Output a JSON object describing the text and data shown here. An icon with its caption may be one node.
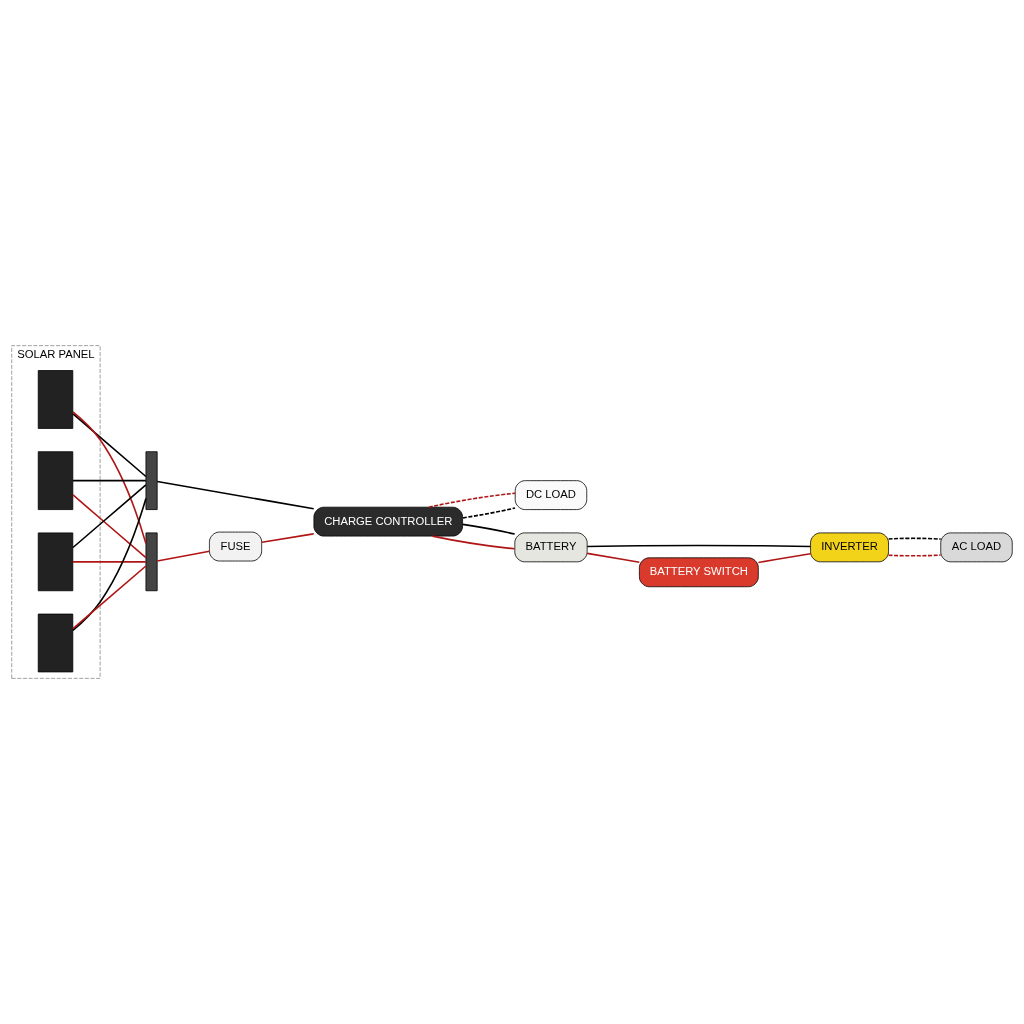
{
  "diagram": {
    "nodes": [
      {
        "text": [
          "SOLAR PANEL"
        ]
      },
      {
        "text": [],
        "shape": "box",
        "in": 0
      },
      {
        "text": [],
        "shape": "box",
        "in": 0
      },
      {
        "text": [],
        "shape": "box",
        "in": 0
      },
      {
        "text": [],
        "shape": "box",
        "in": 0
      },
      {
        "text": [],
        "shape": "bar"
      },
      {
        "text": [],
        "shape": "bar"
      },
      {
        "text": [
          "FUSE"
        ]
      },
      {
        "text": [
          "CHARGE CONTROLLER"
        ]
      },
      {
        "text": [
          "DC LOAD"
        ]
      },
      {
        "text": [
          "AC LOAD"
        ]
      },
      {
        "text": [
          "BATTERY"
        ]
      },
      {
        "text": [
          "INVERTER"
        ]
      },
      {
        "text": [
          "BATTERY SWITCH"
        ]
      }
    ],
    "edges": [
      {
        "from": 1,
        "to": 5,
        "arrow": "none",
        "color": "#000000"
      },
      {
        "from": 2,
        "to": 5,
        "arrow": "none",
        "color": "#000000"
      },
      {
        "from": 3,
        "to": 5,
        "arrow": "none",
        "color": "#000000"
      },
      {
        "from": 4,
        "to": 5,
        "arrow": "none",
        "color": "#000000"
      },
      {
        "from": 1,
        "to": 6,
        "arrow": "none",
        "color": "#b01515"
      },
      {
        "from": 2,
        "to": 6,
        "arrow": "none",
        "color": "#b01515"
      },
      {
        "from": 3,
        "to": 6,
        "arrow": "none",
        "color": "#b01515"
      },
      {
        "from": 4,
        "to": 6,
        "arrow": "none",
        "color": "#b01515"
      },
      {
        "from": 6,
        "to": 7,
        "arrow": "none",
        "color": "#b01515"
      },
      {
        "from": 7,
        "to": 8,
        "arrow": "none",
        "color": "#b01515"
      },
      {
        "from": 5,
        "to": 8,
        "arrow": "none",
        "color": "#000000"
      },
      {
        "from": 8,
        "to": 9,
        "arrow": "none",
        "style": "dashed",
        "color": "#000000"
      },
      {
        "from": 8,
        "to": 9,
        "arrow": "none",
        "style": "dashed",
        "color": "#b01515"
      },
      {
        "from": 8,
        "to": 11,
        "arrow": "none",
        "color": "#b01515"
      },
      {
        "from": 8,
        "to": 11,
        "arrow": "none",
        "color": "#000000"
      },
      {
        "from": 11,
        "to": 12,
        "arrow": "none",
        "color": "#000000"
      },
      {
        "from": 11,
        "to": 13,
        "arrow": "none",
        "color": "#b01515"
      },
      {
        "from": 13,
        "to": 12,
        "arrow": "none",
        "color": "#b01515"
      },
      {
        "from": 12,
        "to": 10,
        "arrow": "none",
        "style": "dashed",
        "color": "#b01515"
      },
      {
        "from": 12,
        "to": 10,
        "arrow": "none",
        "style": "dashed",
        "color": "#000000"
      }
    ]
  }
}
